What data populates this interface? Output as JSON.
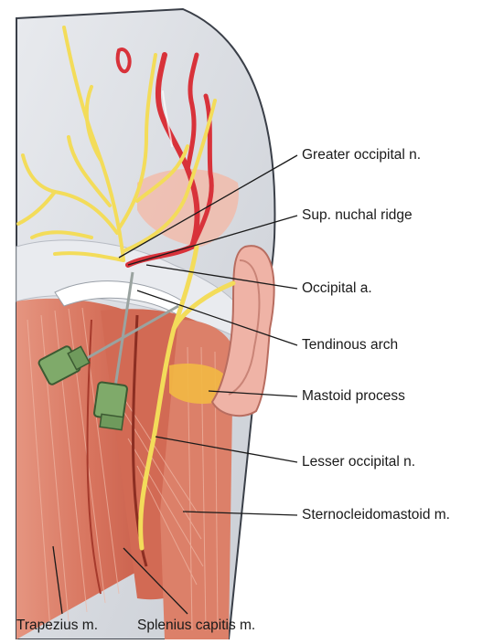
{
  "labels": {
    "greater_occipital_n": "Greater occipital n.",
    "sup_nuchal_ridge": "Sup. nuchal ridge",
    "occipital_a": "Occipital a.",
    "tendinous_arch": "Tendinous arch",
    "mastoid_process": "Mastoid process",
    "lesser_occipital_n": "Lesser occipital n.",
    "sternocleidomastoid_m": "Sternocleidomastoid m.",
    "trapezius_m": "Trapezius m.",
    "splenius_capitis_m": "Splenius capitis m."
  },
  "colors": {
    "skull": "#dcdfe4",
    "skull_outline": "#3a3f48",
    "nerve": "#f3dc5a",
    "artery": "#d8323a",
    "muscle": "#d97a64",
    "muscle_dark": "#b3412f",
    "ear": "#efb3a6",
    "mastoid": "#f2b844",
    "needle_hub": "#7faa6a"
  }
}
